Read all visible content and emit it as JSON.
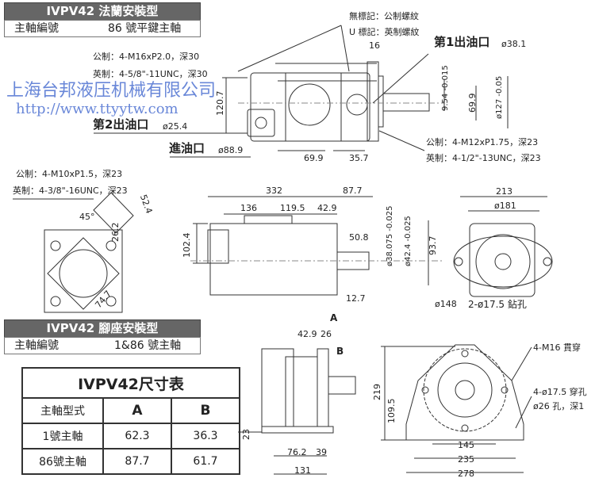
{
  "flange": {
    "title": "IVPV42 法蘭安裝型",
    "shaft_label": "主軸編號",
    "shaft_value": "86 號平鍵主軸",
    "metric_thread_top": "公制：4-M16xP2.0，深30",
    "imperial_thread_top": "英制：4-5/8\"-11UNC，深30",
    "dim_120_7": "120.7",
    "outlet2": "第2出油口",
    "outlet2_dia": "ø25.4",
    "inlet": "進油口",
    "inlet_dia": "ø88.9",
    "no_mark": "無標記：公制螺紋",
    "u_mark": "U 標記：英制螺紋",
    "outlet1": "第1出油口",
    "outlet1_dia": "ø38.1",
    "dim_16": "16",
    "dim_9_54": "9.54 -0.015",
    "dim_69_9_v": "69.9",
    "dim_127": "ø127 -0.05",
    "metric_thread_right": "公制：4-M12xP1.75，深23",
    "imperial_thread_right": "英制：4-1/2\"-13UNC，深23",
    "dim_69_9_h": "69.9",
    "dim_35_7": "35.7"
  },
  "side": {
    "metric_thread": "公制：4-M10xP1.5，深23",
    "imperial_thread": "英制：4-3/8\"-16UNC，深23",
    "dim_52_4": "52.4",
    "angle_45": "45°",
    "dim_26_2": "26.2",
    "dim_74_7": "74.7",
    "dim_332": "332",
    "dim_87_7": "87.7",
    "dim_136": "136",
    "dim_119_5": "119.5",
    "dim_42_9": "42.9",
    "dim_102_4": "102.4",
    "dim_50_8": "50.8",
    "dim_38_075": "ø38.075 -0.025",
    "dim_42_4": "ø42.4 -0.025",
    "dim_93_7": "93.7",
    "dim_12_7": "12.7",
    "dim_213": "213",
    "dim_181": "ø181",
    "dim_148": "ø148",
    "drill_holes": "2-ø17.5 鉆孔"
  },
  "foot": {
    "title": "IVPV42 腳座安裝型",
    "shaft_label": "主軸編號",
    "shaft_value": "1&86 號主軸",
    "label_a": "A",
    "label_b": "B",
    "dim_42_9": "42.9",
    "dim_26": "26",
    "dim_23": "23",
    "dim_76_2": "76.2",
    "dim_39": "39",
    "dim_131": "131",
    "dim_219": "219",
    "dim_109_5": "109.5",
    "m16": "4-M16 貫穿",
    "holes": "4-ø17.5 穿孔",
    "counterbore": "ø26 孔，深1",
    "dim_145": "145",
    "dim_235": "235",
    "dim_278": "278"
  },
  "table": {
    "title": "IVPV42尺寸表",
    "headers": [
      "主軸型式",
      "A",
      "B"
    ],
    "rows": [
      [
        "1號主軸",
        "62.3",
        "36.3"
      ],
      [
        "86號主軸",
        "87.7",
        "61.7"
      ]
    ]
  },
  "watermark": {
    "company": "上海台邦液压机械有限公司",
    "url": "http://www.ttyytw.com"
  }
}
